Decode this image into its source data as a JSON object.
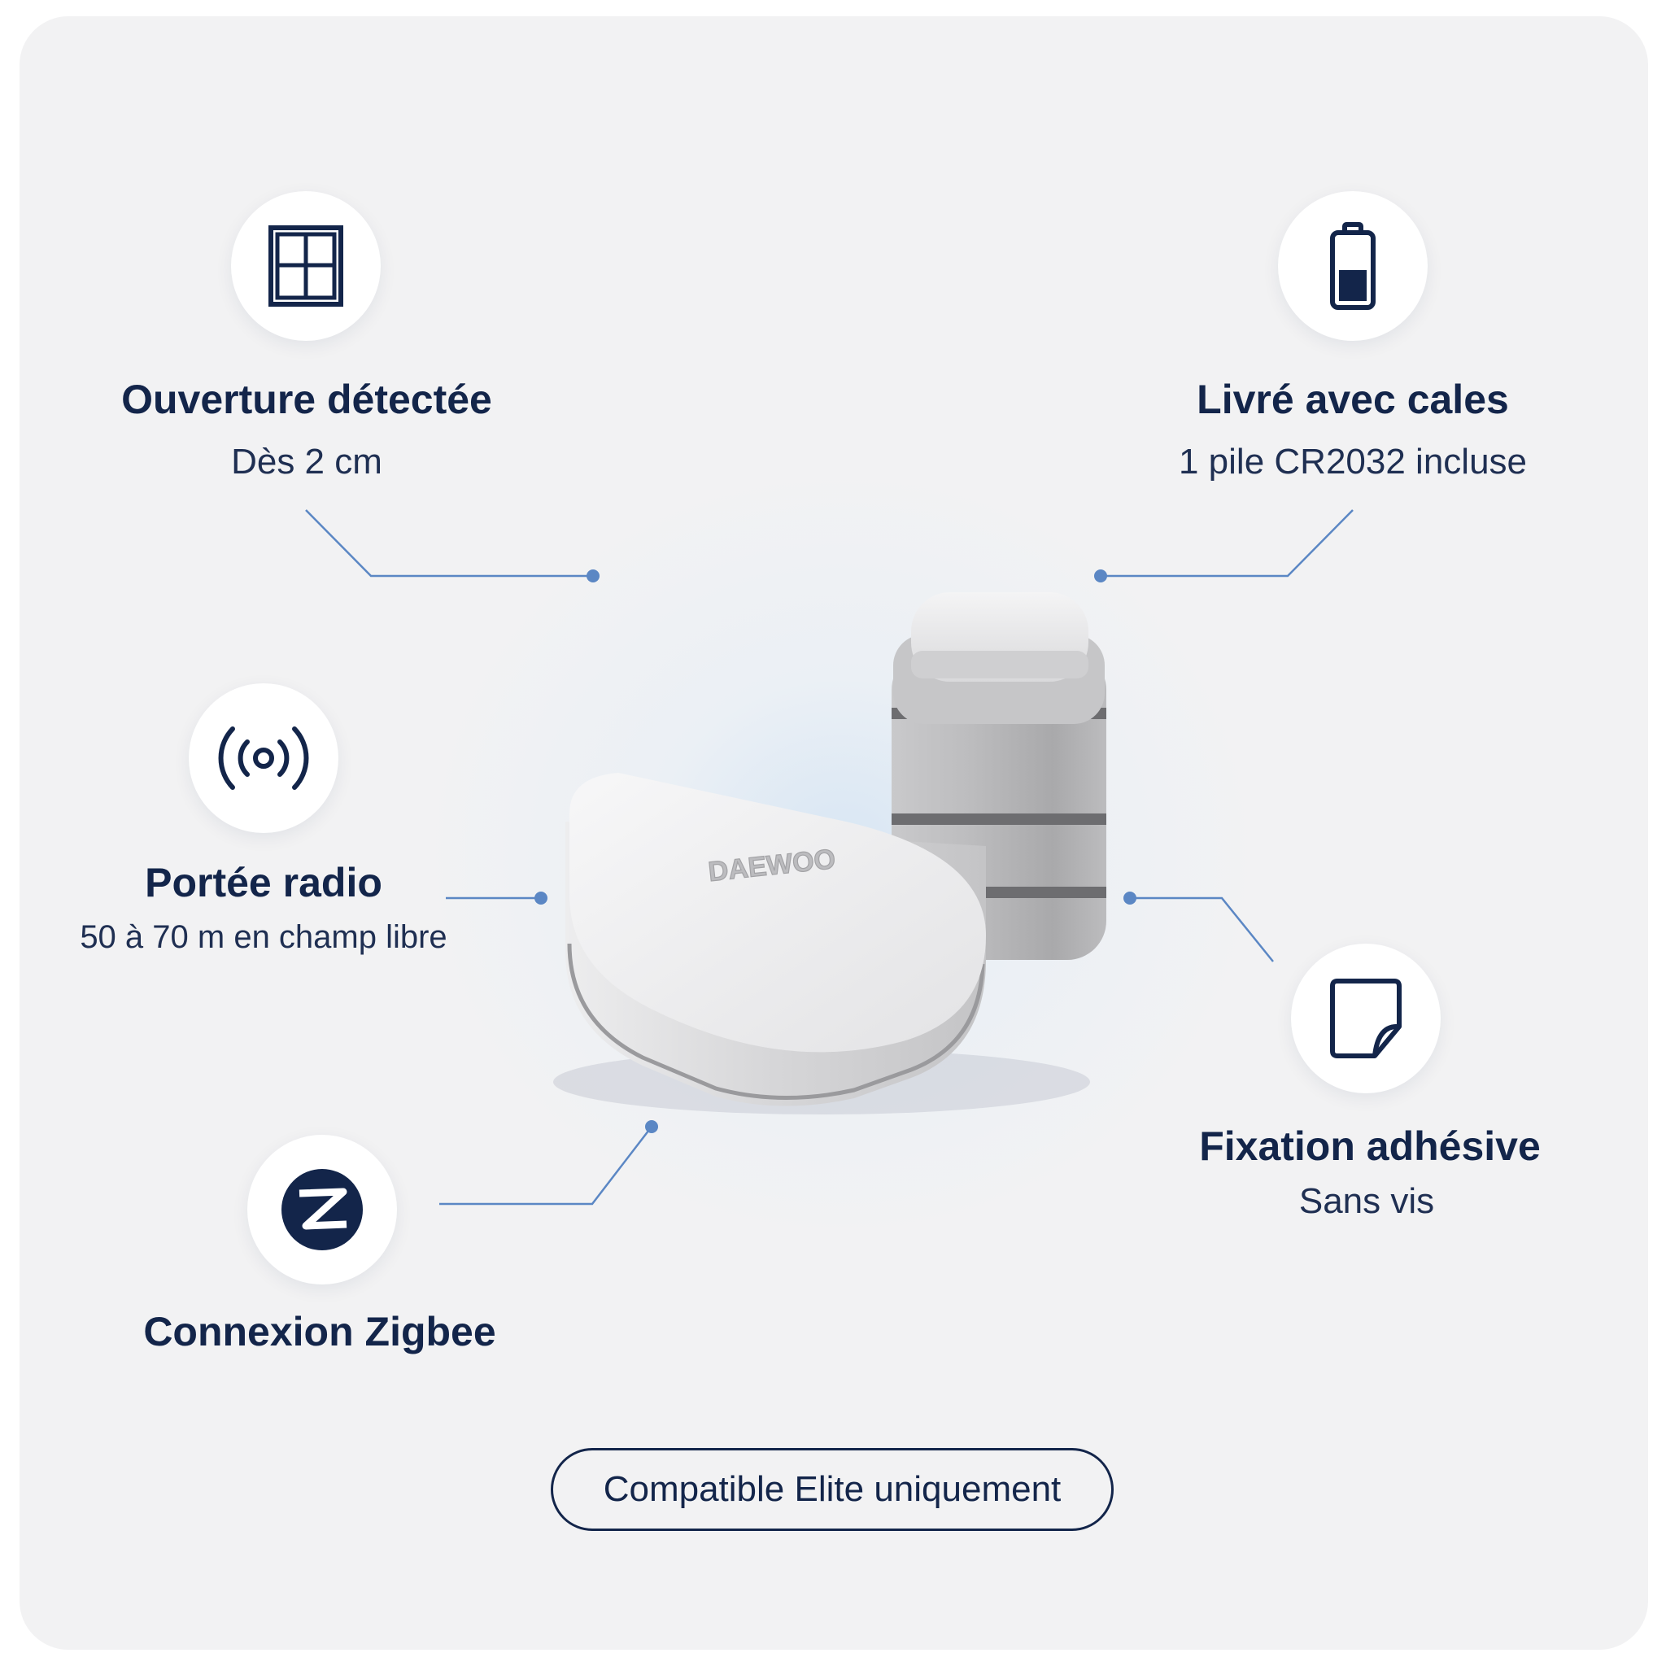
{
  "features": {
    "ouverture": {
      "icon": "window-icon",
      "title": "Ouverture détectée",
      "subtitle": "Dès 2 cm"
    },
    "livraison": {
      "icon": "battery-icon",
      "title": "Livré avec cales",
      "subtitle": "1 pile CR2032 incluse"
    },
    "portee": {
      "icon": "radio-signal-icon",
      "title": "Portée radio",
      "subtitle": "50 à 70 m en champ libre"
    },
    "fixation": {
      "icon": "adhesive-sticker-icon",
      "title": "Fixation adhésive",
      "subtitle": "Sans vis"
    },
    "zigbee": {
      "icon": "zigbee-logo-icon",
      "title": "Connexion Zigbee"
    }
  },
  "product": {
    "brand_mark": "DAEWOO"
  },
  "compat_label": "Compatible Elite uniquement",
  "colors": {
    "navy": "#13254a",
    "accent_blue": "#5b87c4",
    "background": "#f2f2f3"
  }
}
